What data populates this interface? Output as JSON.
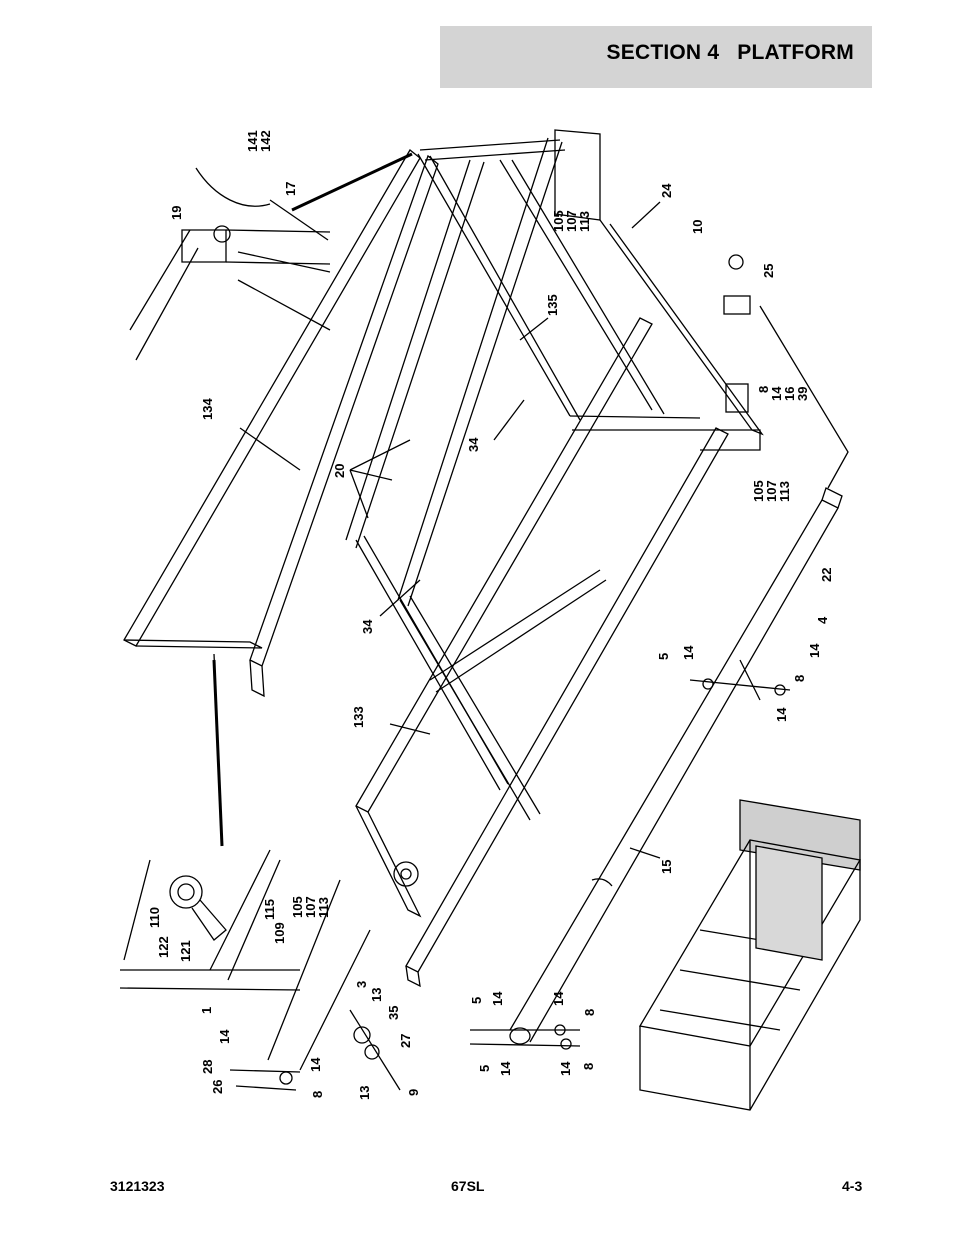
{
  "header": {
    "section": "SECTION 4   PLATFORM"
  },
  "footer": {
    "doc_number": "3121323",
    "model": "67SL",
    "page": "4-3"
  },
  "callouts": {
    "c141": "141",
    "c142": "142",
    "c19": "19",
    "c17": "17",
    "c24": "24",
    "c10": "10",
    "c25": "25",
    "c105a": "105",
    "c107a": "107",
    "c113a": "113",
    "c135": "135",
    "c134": "134",
    "c8a": "8",
    "c14a": "14",
    "c16": "16",
    "c39": "39",
    "c105b": "105",
    "c107b": "107",
    "c113b": "113",
    "c34a": "34",
    "c20": "20",
    "c34b": "34",
    "c22": "22",
    "c5a": "5",
    "c14b": "14",
    "c4": "4",
    "c14c": "14",
    "c8b": "8",
    "c14d": "14",
    "c133": "133",
    "c15": "15",
    "c110": "110",
    "c122": "122",
    "c121": "121",
    "c115": "115",
    "c109": "109",
    "c105c": "105",
    "c107c": "107",
    "c113c": "113",
    "c1": "1",
    "c14e": "14",
    "c3": "3",
    "c13a": "13",
    "c35": "35",
    "c27": "27",
    "c14f": "14",
    "c28": "28",
    "c26": "26",
    "c8c": "8",
    "c13b": "13",
    "c9": "9",
    "c5b": "5",
    "c14g": "14",
    "c14h": "14",
    "c8d": "8",
    "c5c": "5",
    "c14i": "14",
    "c14j": "14",
    "c8e": "8"
  },
  "colors": {
    "header_bg": "#d4d4d4",
    "line": "#000000",
    "panel_fill": "#cfcfcf"
  }
}
